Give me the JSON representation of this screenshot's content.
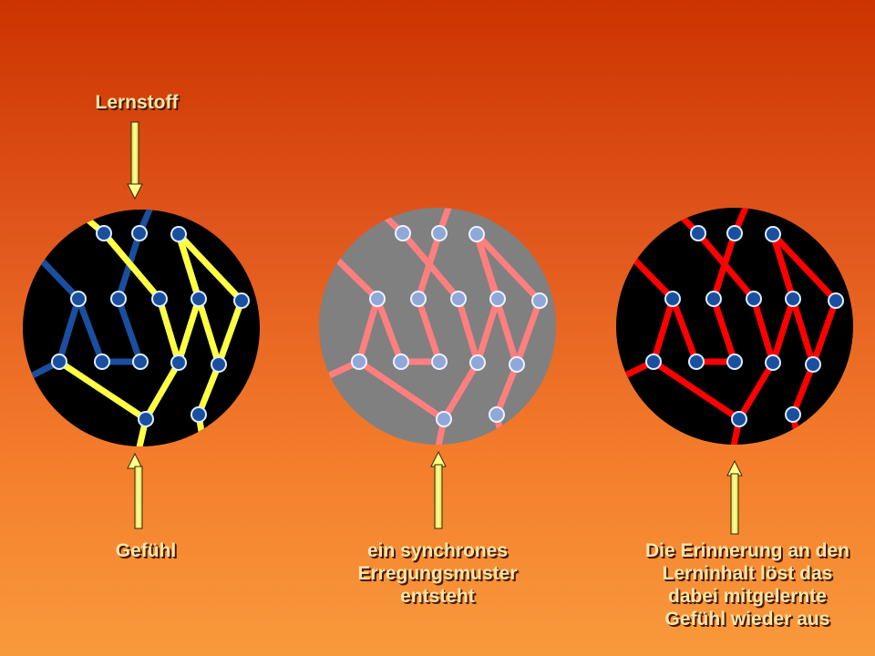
{
  "labels": {
    "lernstoff": "Lernstoff",
    "gefuehl": "Gefühl",
    "synchron": [
      "ein synchrones",
      "Erregungsmuster",
      "entsteht"
    ],
    "erinnerung": [
      "Die Erinnerung an den",
      "Lerninhalt löst das",
      "dabei mitgelernte",
      "Gefühl wieder aus"
    ]
  },
  "colors": {
    "background_top": "#cc3300",
    "background_bottom": "#f89a3c",
    "network1_blue": "#1a4fa0",
    "network1_yellow": "#ffff44",
    "network2_pink": "#ff7f7f",
    "network2_bg": "#808080",
    "network3_red": "#ff0000",
    "arrow": "#ffff88"
  }
}
